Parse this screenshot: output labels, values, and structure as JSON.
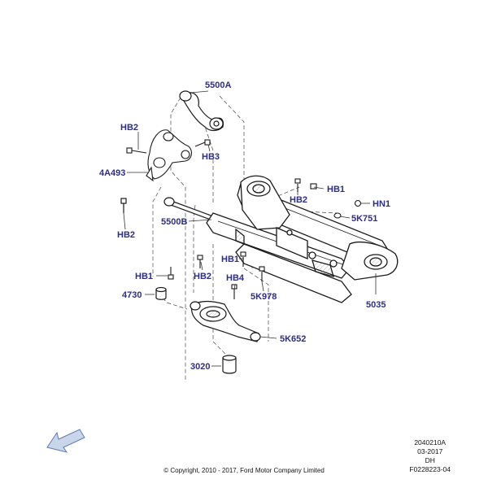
{
  "diagram": {
    "callouts": {
      "c5500A": "5500A",
      "hb2_a": "HB2",
      "hb3": "HB3",
      "c4A493": "4A493",
      "hb1_a": "HB1",
      "hb2_b": "HB2",
      "hn1": "HN1",
      "c5K751": "5K751",
      "c5500B": "5500B",
      "hb2_c": "HB2",
      "hb1_b": "HB1",
      "hb1_c": "HB1",
      "hb2_d": "HB2",
      "hb4": "HB4",
      "c4730": "4730",
      "c5K978": "5K978",
      "c5035": "5035",
      "c5K652": "5K652",
      "c3020": "3020"
    },
    "colors": {
      "callout_text": "#2d2d8c",
      "line_art": "#1a1a1a",
      "leader": "#333333",
      "direction_arrow_fill": "#c9d6ea",
      "direction_arrow_stroke": "#5f7bb0"
    },
    "direction_icon": "front-direction-arrow-icon"
  },
  "footer": {
    "copyright": "© Copyright, 2010 - 2017, Ford Motor Company Limited",
    "ref_code": "2040210A",
    "ref_date": "03-2017",
    "ref_initials": "DH",
    "figure_id": "F0228223-04"
  }
}
